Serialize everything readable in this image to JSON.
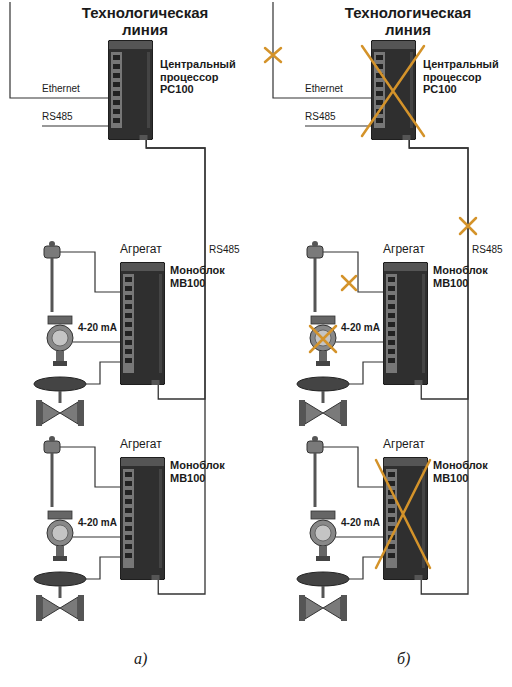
{
  "diagram": {
    "nodes": [
      {
        "text": [
          "Центральный процессор PC100"
        ]
      },
      {
        "text": [
          "Агрегат",
          "Моноблок MB100"
        ]
      },
      {
        "text": [
          "Агрегат",
          "Моноблок MB100"
        ]
      },
      {
        "text": [
          "Центральный процессор PC100"
        ]
      },
      {
        "text": [
          "Агрегат",
          "Моноблок MB100"
        ]
      },
      {
        "text": [
          "Агрегат",
          "Моноблок MB100"
        ]
      }
    ],
    "edges": [
      {
        "from": 0,
        "to": 1,
        "arrow": "none",
        "label": "RS485"
      },
      {
        "from": 0,
        "to": 2,
        "arrow": "none"
      },
      {
        "from": 3,
        "to": 4,
        "arrow": "none",
        "label": "RS485"
      },
      {
        "from": 3,
        "to": 5,
        "arrow": "none"
      }
    ],
    "labels": [
      "Технологическая линия",
      "Ethernet",
      "RS485",
      "4-20 mA",
      "4-20 mA",
      "а)",
      "Технологическая линия",
      "Ethernet",
      "RS485",
      "4-20 mA",
      "4-20 mA",
      "б)"
    ]
  }
}
